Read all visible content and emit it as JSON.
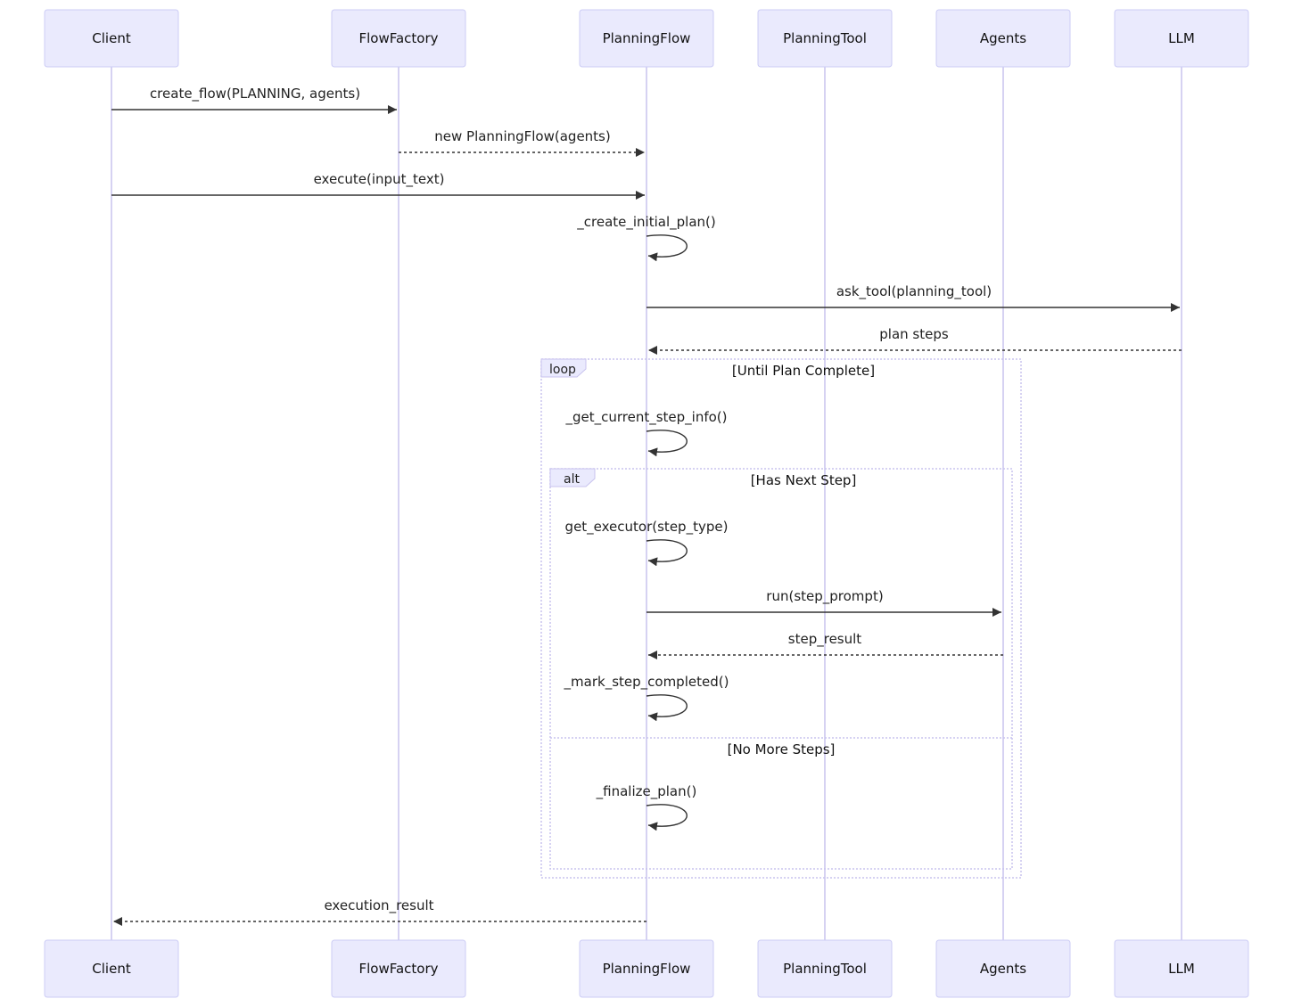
{
  "participants": [
    {
      "id": "client",
      "label": "Client"
    },
    {
      "id": "factory",
      "label": "FlowFactory"
    },
    {
      "id": "planningflow",
      "label": "PlanningFlow"
    },
    {
      "id": "planningtool",
      "label": "PlanningTool"
    },
    {
      "id": "agents",
      "label": "Agents"
    },
    {
      "id": "llm",
      "label": "LLM"
    }
  ],
  "messages": [
    {
      "from": "client",
      "to": "factory",
      "label": "create_flow(PLANNING, agents)",
      "style": "solid"
    },
    {
      "from": "factory",
      "to": "planningflow",
      "label": "new PlanningFlow(agents)",
      "style": "dashed"
    },
    {
      "from": "client",
      "to": "planningflow",
      "label": "execute(input_text)",
      "style": "solid"
    },
    {
      "from": "planningflow",
      "to": "planningflow",
      "label": "_create_initial_plan()",
      "style": "self"
    },
    {
      "from": "planningflow",
      "to": "llm",
      "label": "ask_tool(planning_tool)",
      "style": "solid"
    },
    {
      "from": "llm",
      "to": "planningflow",
      "label": "plan steps",
      "style": "dashed"
    },
    {
      "from": "planningflow",
      "to": "planningflow",
      "label": "_get_current_step_info()",
      "style": "self"
    },
    {
      "from": "planningflow",
      "to": "planningflow",
      "label": "get_executor(step_type)",
      "style": "self"
    },
    {
      "from": "planningflow",
      "to": "agents",
      "label": "run(step_prompt)",
      "style": "solid"
    },
    {
      "from": "agents",
      "to": "planningflow",
      "label": "step_result",
      "style": "dashed"
    },
    {
      "from": "planningflow",
      "to": "planningflow",
      "label": "_mark_step_completed()",
      "style": "self"
    },
    {
      "from": "planningflow",
      "to": "planningflow",
      "label": "_finalize_plan()",
      "style": "self"
    },
    {
      "from": "planningflow",
      "to": "client",
      "label": "execution_result",
      "style": "dashed"
    }
  ],
  "frames": [
    {
      "kind": "loop",
      "label": "loop",
      "condition": "[Until Plan Complete]"
    },
    {
      "kind": "alt",
      "label": "alt",
      "condition": "[Has Next Step]",
      "else_condition": "[No More Steps]"
    }
  ],
  "colors": {
    "actor_fill": "#eaeafd",
    "actor_stroke": "#ccccf5",
    "lifeline": "#c9c3ee",
    "arrow": "#333333"
  }
}
